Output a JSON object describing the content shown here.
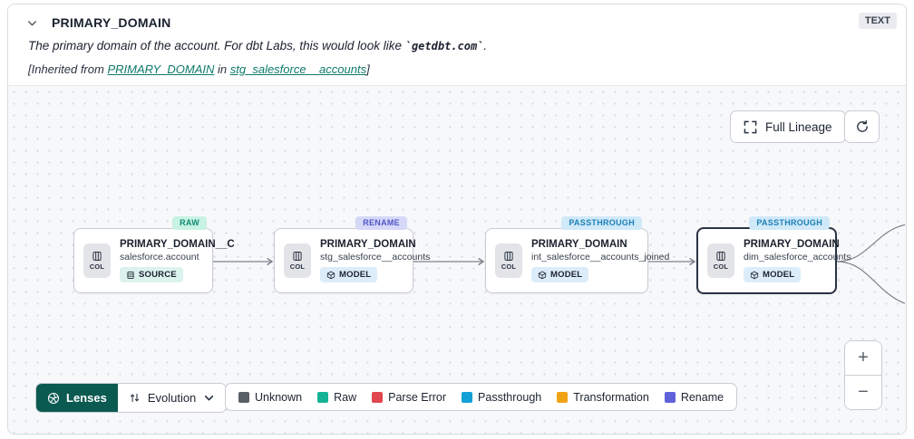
{
  "colors": {
    "link": "#0e7a6b",
    "lenses_bg": "#0b5a52",
    "edge": "#7d838c"
  },
  "header": {
    "title": "PRIMARY_DOMAIN",
    "type_badge": "TEXT",
    "description": {
      "prefix": "The primary domain of the account. For dbt Labs, this would look like ",
      "code": "`getdbt.com`",
      "suffix": "."
    },
    "inherited": {
      "prefix": "[Inherited from ",
      "column_link": "PRIMARY_DOMAIN",
      "middle": " in ",
      "model_link": "stg_salesforce__accounts",
      "suffix": "]"
    }
  },
  "toolbar": {
    "full_lineage_label": "Full Lineage"
  },
  "canvas": {
    "nodes": [
      {
        "status": "RAW",
        "status_bg": "#c7f2e4",
        "status_color": "#0f8a70",
        "icon_label": "COL",
        "title": "PRIMARY_DOMAIN__C",
        "subtitle": "salesforce.account",
        "badge": "SOURCE",
        "badge_bg": "#dbf2ed"
      },
      {
        "status": "RENAME",
        "status_bg": "#d6d8f8",
        "status_color": "#5156c8",
        "icon_label": "COL",
        "title": "PRIMARY_DOMAIN",
        "subtitle": "stg_salesforce__accounts",
        "badge": "MODEL",
        "badge_bg": "#dcedf9"
      },
      {
        "status": "PASSTHROUGH",
        "status_bg": "#d0e9f9",
        "status_color": "#1b80b6",
        "icon_label": "COL",
        "title": "PRIMARY_DOMAIN",
        "subtitle": "int_salesforce__accounts_joined",
        "badge": "MODEL",
        "badge_bg": "#dcedf9"
      },
      {
        "status": "PASSTHROUGH",
        "status_bg": "#d0e9f9",
        "status_color": "#1b80b6",
        "icon_label": "COL",
        "title": "PRIMARY_DOMAIN",
        "subtitle": "dim_salesforce_accounts",
        "badge": "MODEL",
        "badge_bg": "#dcedf9"
      }
    ]
  },
  "footer": {
    "lenses_label": "Lenses",
    "lens_selected": "Evolution",
    "legend": [
      {
        "label": "Unknown",
        "color": "#595f66"
      },
      {
        "label": "Raw",
        "color": "#16b296"
      },
      {
        "label": "Parse Error",
        "color": "#e0474e"
      },
      {
        "label": "Passthrough",
        "color": "#13a0d6"
      },
      {
        "label": "Transformation",
        "color": "#f0a316"
      },
      {
        "label": "Rename",
        "color": "#5f62d9"
      }
    ]
  },
  "zoom_controls": {
    "zoom_in": "+",
    "zoom_out": "−"
  }
}
